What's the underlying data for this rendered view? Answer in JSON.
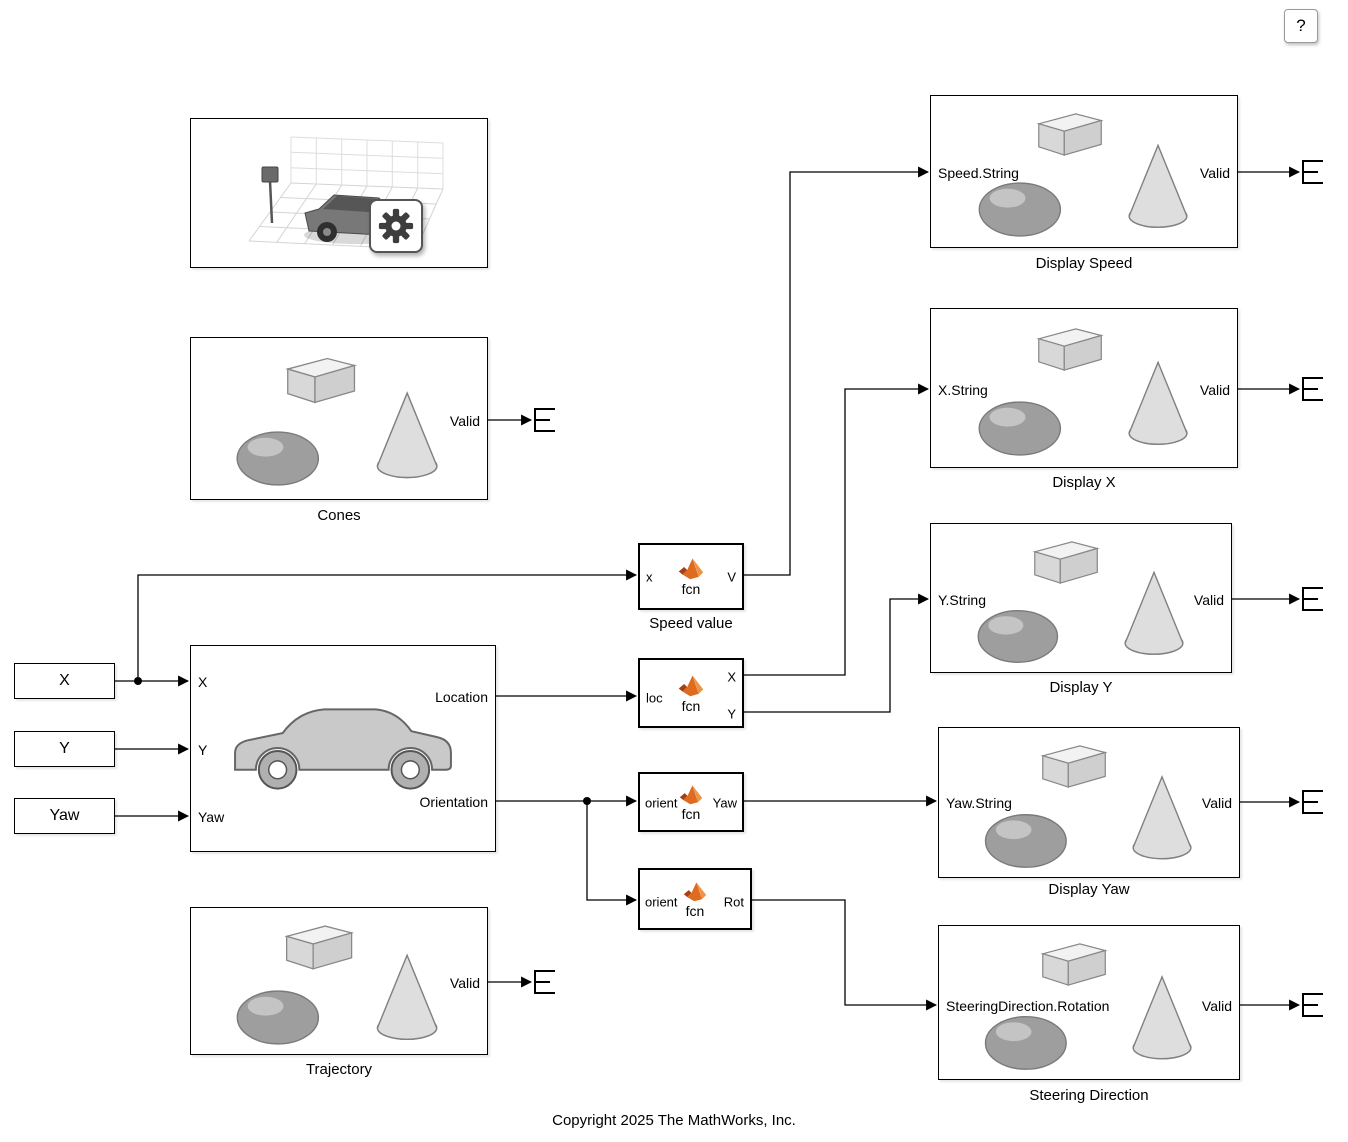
{
  "window": {
    "help_label": "?"
  },
  "copyright": "Copyright 2025 The MathWorks, Inc.",
  "inports": {
    "x": "X",
    "y": "Y",
    "yaw": "Yaw"
  },
  "vehicle": {
    "ports": {
      "in_x": "X",
      "in_y": "Y",
      "in_yaw": "Yaw",
      "out_location": "Location",
      "out_orientation": "Orientation"
    }
  },
  "cones": {
    "label": "Cones",
    "out": "Valid"
  },
  "trajectory": {
    "label": "Trajectory",
    "out": "Valid"
  },
  "fcn": {
    "speed": {
      "label": "Speed value",
      "name": "fcn",
      "in": "x",
      "out": "V"
    },
    "location": {
      "name": "fcn",
      "in": "loc",
      "out_x": "X",
      "out_y": "Y"
    },
    "yaw": {
      "name": "fcn",
      "in": "orient",
      "out": "Yaw"
    },
    "rot": {
      "name": "fcn",
      "in": "orient",
      "out": "Rot"
    }
  },
  "displays": [
    {
      "label": "Display Speed",
      "in": "Speed.String",
      "out": "Valid"
    },
    {
      "label": "Display X",
      "in": "X.String",
      "out": "Valid"
    },
    {
      "label": "Display Y",
      "in": "Y.String",
      "out": "Valid"
    },
    {
      "label": "Display Yaw",
      "in": "Yaw.String",
      "out": "Valid"
    },
    {
      "label": "Steering Direction",
      "in": "SteeringDirection.Rotation",
      "out": "Valid"
    }
  ],
  "colors": {
    "wire": "#000000",
    "matlab_orange": "#dd6b20",
    "block_border": "#000000"
  }
}
